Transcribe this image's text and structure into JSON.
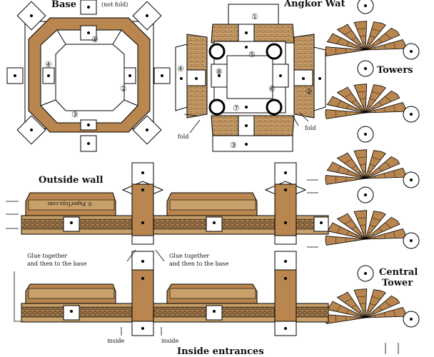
{
  "titles": {
    "base": "Base",
    "not_fold": "(not fold)",
    "angkor_wat": "Angkor Wat",
    "towers": "Towers",
    "outside_wall": "Outside wall",
    "central_tower_line1": "Central",
    "central_tower_line2": "Tower",
    "inside_entrances": "Inside entrances"
  },
  "notes": {
    "glue_left_line1": "Glue together",
    "glue_left_line2": "and then to the base",
    "glue_right_line1": "Glue together",
    "glue_right_line2": "and then to the base",
    "inside_1": "inside",
    "inside_2": "inside",
    "fold_1": "fold",
    "fold_2": "fold",
    "wall_credit": "© PaperToys.com"
  },
  "markers": {
    "base": [
      "①",
      "②",
      "③",
      "④"
    ],
    "angkor": [
      "①",
      "②",
      "③",
      "④",
      "⑤",
      "⑥",
      "⑦",
      "⑧"
    ]
  },
  "colors": {
    "brown": "#b8864e",
    "light_brown": "#c9a06a",
    "dark_brown": "#8a5a2b",
    "line": "#000000",
    "paper": "#ffffff"
  }
}
